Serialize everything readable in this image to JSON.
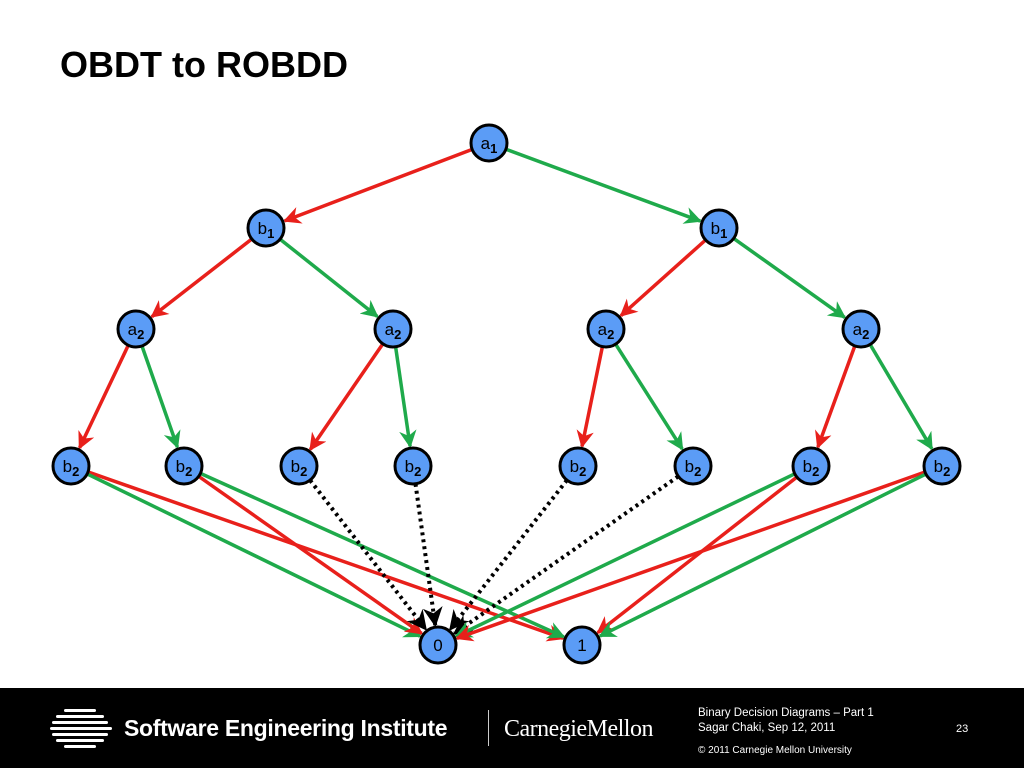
{
  "slide": {
    "title": "OBDT to ROBDD"
  },
  "diagram": {
    "colors": {
      "low_edge": "#e8201b",
      "high_edge": "#1faa4b",
      "node_fill": "#5b9cf6",
      "node_stroke": "#000000",
      "dotted_edge": "#000000"
    },
    "nodes": [
      {
        "id": "a1",
        "var": "a",
        "sub": "1",
        "level": 0
      },
      {
        "id": "b1L",
        "var": "b",
        "sub": "1",
        "level": 1
      },
      {
        "id": "b1R",
        "var": "b",
        "sub": "1",
        "level": 1
      },
      {
        "id": "a2_1",
        "var": "a",
        "sub": "2",
        "level": 2
      },
      {
        "id": "a2_2",
        "var": "a",
        "sub": "2",
        "level": 2
      },
      {
        "id": "a2_3",
        "var": "a",
        "sub": "2",
        "level": 2
      },
      {
        "id": "a2_4",
        "var": "a",
        "sub": "2",
        "level": 2
      },
      {
        "id": "b2_1",
        "var": "b",
        "sub": "2",
        "level": 3
      },
      {
        "id": "b2_2",
        "var": "b",
        "sub": "2",
        "level": 3
      },
      {
        "id": "b2_3",
        "var": "b",
        "sub": "2",
        "level": 3
      },
      {
        "id": "b2_4",
        "var": "b",
        "sub": "2",
        "level": 3
      },
      {
        "id": "b2_5",
        "var": "b",
        "sub": "2",
        "level": 3
      },
      {
        "id": "b2_6",
        "var": "b",
        "sub": "2",
        "level": 3
      },
      {
        "id": "b2_7",
        "var": "b",
        "sub": "2",
        "level": 3
      },
      {
        "id": "b2_8",
        "var": "b",
        "sub": "2",
        "level": 3
      },
      {
        "id": "t0",
        "var": "0",
        "sub": "",
        "level": 4
      },
      {
        "id": "t1",
        "var": "1",
        "sub": "",
        "level": 4
      }
    ],
    "edges": [
      {
        "from": "a1",
        "to": "b1L",
        "type": "low"
      },
      {
        "from": "a1",
        "to": "b1R",
        "type": "high"
      },
      {
        "from": "b1L",
        "to": "a2_1",
        "type": "low"
      },
      {
        "from": "b1L",
        "to": "a2_2",
        "type": "high"
      },
      {
        "from": "b1R",
        "to": "a2_3",
        "type": "low"
      },
      {
        "from": "b1R",
        "to": "a2_4",
        "type": "high"
      },
      {
        "from": "a2_1",
        "to": "b2_1",
        "type": "low"
      },
      {
        "from": "a2_1",
        "to": "b2_2",
        "type": "high"
      },
      {
        "from": "a2_2",
        "to": "b2_3",
        "type": "low"
      },
      {
        "from": "a2_2",
        "to": "b2_4",
        "type": "high"
      },
      {
        "from": "a2_3",
        "to": "b2_5",
        "type": "low"
      },
      {
        "from": "a2_3",
        "to": "b2_6",
        "type": "high"
      },
      {
        "from": "a2_4",
        "to": "b2_7",
        "type": "low"
      },
      {
        "from": "a2_4",
        "to": "b2_8",
        "type": "high"
      },
      {
        "from": "b2_1",
        "to": "t1",
        "type": "low"
      },
      {
        "from": "b2_1",
        "to": "t0",
        "type": "high"
      },
      {
        "from": "b2_2",
        "to": "t0",
        "type": "low"
      },
      {
        "from": "b2_2",
        "to": "t1",
        "type": "high"
      },
      {
        "from": "b2_3",
        "to": "t0",
        "type": "dotted"
      },
      {
        "from": "b2_4",
        "to": "t0",
        "type": "dotted"
      },
      {
        "from": "b2_5",
        "to": "t0",
        "type": "dotted"
      },
      {
        "from": "b2_6",
        "to": "t0",
        "type": "dotted"
      },
      {
        "from": "b2_7",
        "to": "t1",
        "type": "low"
      },
      {
        "from": "b2_7",
        "to": "t0",
        "type": "high"
      },
      {
        "from": "b2_8",
        "to": "t0",
        "type": "low"
      },
      {
        "from": "b2_8",
        "to": "t1",
        "type": "high"
      }
    ]
  },
  "footer": {
    "org": "Software Engineering Institute",
    "university": "CarnegieMellon",
    "line1": "Binary Decision Diagrams – Part 1",
    "line2": "Sagar Chaki, Sep 12, 2011",
    "copyright": "© 2011 Carnegie Mellon University",
    "page": "23",
    "logo_icon": "sei-logo-icon"
  }
}
